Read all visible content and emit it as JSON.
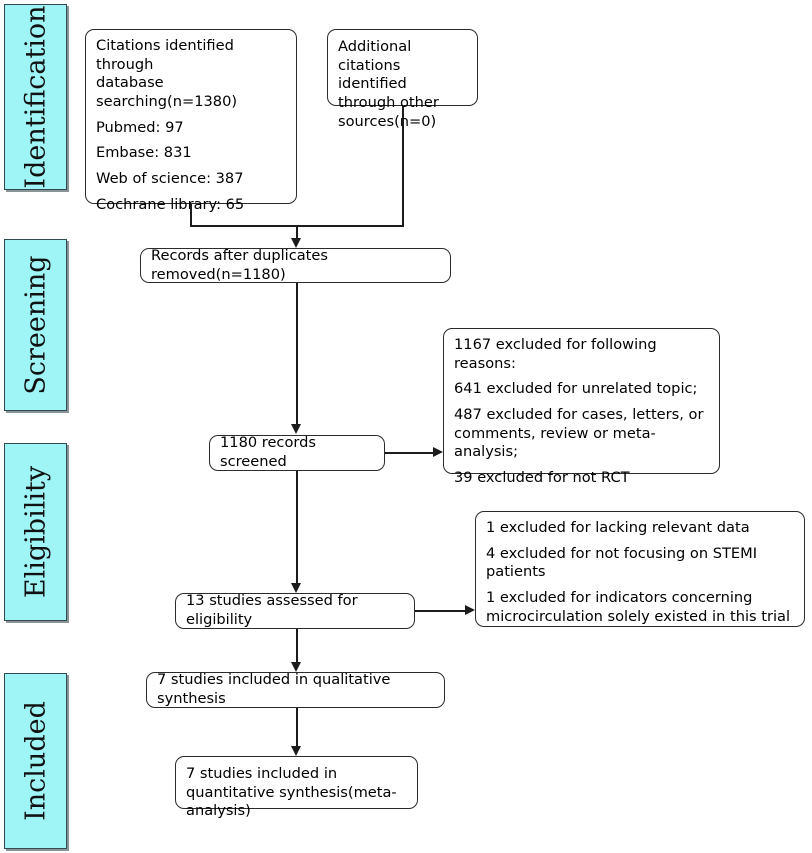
{
  "diagram": {
    "title": "PRISMA study selection flow diagram",
    "accent_color": "#9FF5F5",
    "border_color": "#2b2b2b",
    "background_color": "#ffffff"
  },
  "phases": [
    {
      "id": "identification",
      "label": "Identification"
    },
    {
      "id": "screening",
      "label": "Screening"
    },
    {
      "id": "eligibility",
      "label": "Eligibility"
    },
    {
      "id": "included",
      "label": "Included"
    }
  ],
  "boxes": {
    "database_search": {
      "lines": [
        "Citations identified through",
        "database searching(n=1380)",
        "Pubmed: 97",
        "Embase: 831",
        "Web of science: 387",
        "Cochrane library: 65"
      ],
      "line1": "Citations identified through\ndatabase searching(n=1380)",
      "line2": "Pubmed: 97",
      "line3": "Embase: 831",
      "line4": "Web of science: 387",
      "line5": "Cochrane library: 65"
    },
    "other_sources": {
      "text": "Additional citations identified through other sources(n=0)"
    },
    "duplicates_removed": {
      "text": "Records after duplicates removed(n=1180)"
    },
    "records_screened": {
      "text": "1180 records screened"
    },
    "screening_excluded": {
      "line1": "1167 excluded for following reasons:",
      "line2": "641 excluded for unrelated topic;",
      "line3": "487 excluded for cases, letters, or comments, review or meta-analysis;",
      "line4": "39 excluded for not RCT"
    },
    "eligibility_assessed": {
      "text": "13 studies assessed for eligibility"
    },
    "eligibility_excluded": {
      "line1": "1 excluded for lacking relevant data",
      "line2": "4 excluded for not focusing on STEMI patients",
      "line3": "1 excluded for indicators concerning microcirculation solely existed in this trial"
    },
    "qualitative_synthesis": {
      "text": "7 studies included in qualitative synthesis"
    },
    "quantitative_synthesis": {
      "text": "7 studies included in quantitative synthesis(meta-analysis)"
    }
  }
}
